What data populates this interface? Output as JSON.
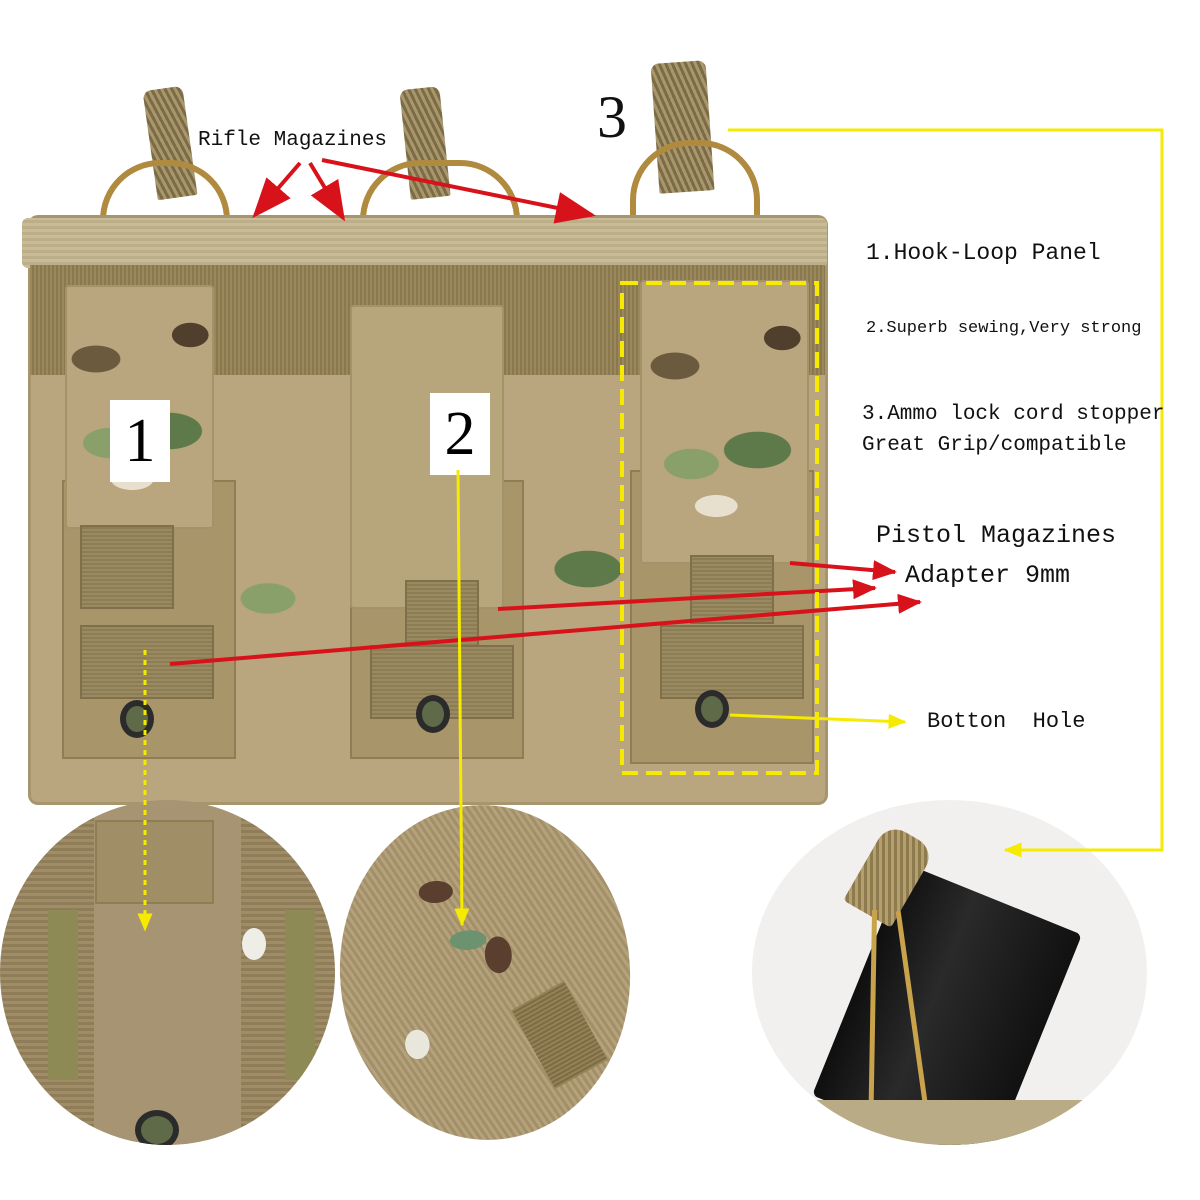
{
  "product": {
    "name": "Triple open-top magazine pouch (multicam)",
    "colors": {
      "annotation_red": "#d8121b",
      "annotation_yellow": "#f5ea00",
      "camo_base": "#b9a67f",
      "cord": "#b08a3e",
      "background": "#ffffff"
    }
  },
  "callouts": {
    "rifle_magazines": "Rifle Magazines",
    "number_1": "1",
    "number_2": "2",
    "number_3": "3",
    "pistol_magazines": "Pistol Magazines",
    "adapter": "Adapter 9mm",
    "button_hole": "Botton  Hole"
  },
  "features": [
    {
      "text": "1.Hook-Loop Panel"
    },
    {
      "text": "2.Superb sewing,Very strong"
    },
    {
      "text": "3.Ammo lock cord stopper"
    },
    {
      "text": "Great Grip/compatible"
    }
  ],
  "detail_images": [
    {
      "label": "detail-hook-loop-panel"
    },
    {
      "label": "detail-stitching"
    },
    {
      "label": "detail-cord-stopper"
    }
  ]
}
